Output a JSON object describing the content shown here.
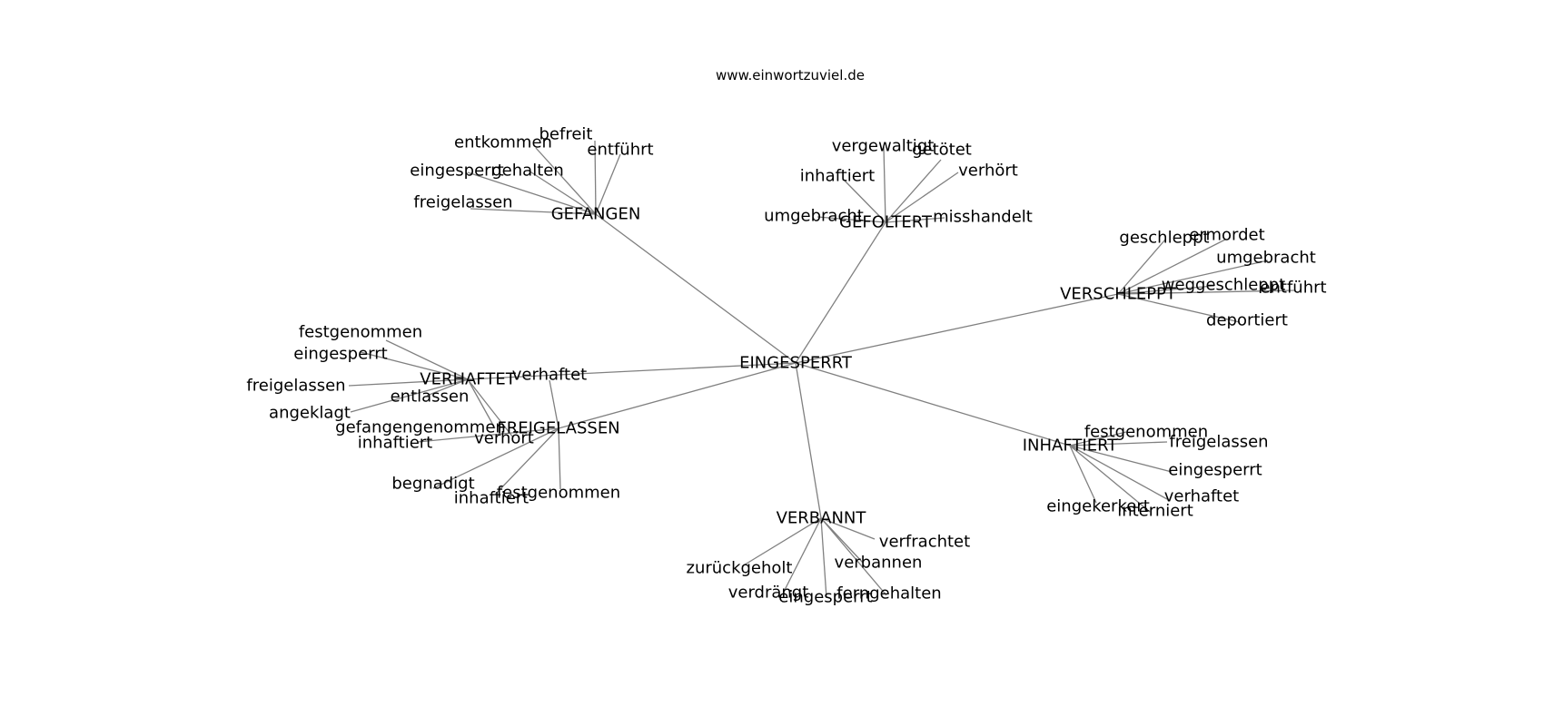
{
  "header": {
    "site": "www.einwortzuviel.de"
  },
  "graph": {
    "center": {
      "id": "EINGESPERRT",
      "label": "EINGESPERRT"
    },
    "hubs": [
      {
        "id": "GEFANGEN",
        "label": "GEFANGEN",
        "leaves": [
          "befreit",
          "entkommen",
          "entführt",
          "eingesperrt",
          "gehalten",
          "freigelassen"
        ]
      },
      {
        "id": "GEFOLTERT",
        "label": "GEFOLTERT",
        "leaves": [
          "vergewaltigt",
          "getötet",
          "inhaftiert",
          "verhört",
          "umgebracht",
          "misshandelt"
        ]
      },
      {
        "id": "VERSCHLEPPT",
        "label": "VERSCHLEPPT",
        "leaves": [
          "geschleppt",
          "ermordet",
          "umgebracht",
          "weggeschleppt",
          "entführt",
          "deportiert"
        ]
      },
      {
        "id": "VERHAFTET",
        "label": "VERHAFTET",
        "leaves": [
          "festgenommen",
          "eingesperrt",
          "freigelassen",
          "angeklagt",
          "entlassen",
          "gefangengenommen",
          "verhört"
        ]
      },
      {
        "id": "FREIGELASSEN",
        "label": "FREIGELASSEN",
        "leaves": [
          "verhaftet",
          "inhaftiert",
          "begnadigt",
          "inhaftiert",
          "festgenommen"
        ]
      },
      {
        "id": "INHAFTIERT",
        "label": "INHAFTIERT",
        "leaves": [
          "festgenommen",
          "freigelassen",
          "eingesperrt",
          "verhaftet",
          "eingekerkert",
          "interniert"
        ]
      },
      {
        "id": "VERBANNT",
        "label": "VERBANNT",
        "leaves": [
          "verfrachtet",
          "zurückgeholt",
          "verbannen",
          "verdrängt",
          "eingesperrt",
          "ferngehalten"
        ]
      }
    ]
  }
}
